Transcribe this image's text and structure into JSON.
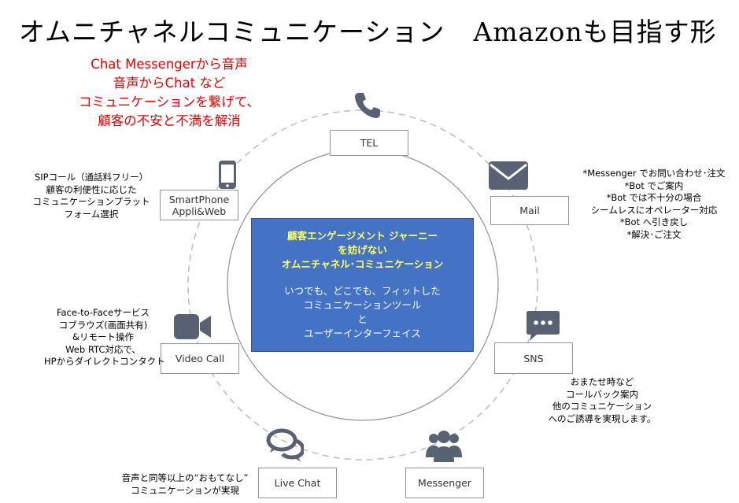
{
  "title": {
    "main": "オムニチャネルコミュニケーション",
    "sub": "Amazonも目指す形"
  },
  "red_note": [
    "Chat Messengerから音声",
    "音声からChat など",
    "コミュニケーションを繋げて、",
    "顧客の不安と不満を解消"
  ],
  "center": {
    "heading": [
      "顧客エンゲージメント ジャーニー",
      "を妨げない",
      "オムニチャネル･コミュニケーション"
    ],
    "body": [
      "いつでも、どこでも、フィットした",
      "コミュニケーションツール",
      "と",
      "ユーザーインターフェイス"
    ]
  },
  "channels": {
    "tel": {
      "label": "TEL",
      "icon": "phone-icon"
    },
    "mail": {
      "label": "Mail",
      "icon": "envelope-icon"
    },
    "sns": {
      "label": "SNS",
      "icon": "chat-bubble-icon"
    },
    "messenger": {
      "label": "Messenger",
      "icon": "group-icon"
    },
    "livechat": {
      "label": "Live Chat",
      "icon": "chat-bubbles-icon"
    },
    "videocall": {
      "label": "Video Call",
      "icon": "video-camera-icon"
    },
    "smartphone": {
      "label": [
        "SmartPhone",
        "Appli&Web"
      ],
      "icon": "smartphone-icon"
    }
  },
  "notes": {
    "smartphone": [
      "SIPコール（通話料フリー）",
      "顧客の利便性に応じた",
      "コミュニケーションプラット",
      "フォーム選択"
    ],
    "mail": [
      "*Messenger でお問い合わせ･注文",
      "*Bot でご案内",
      "*Bot では不十分の場合",
      "シームレスにオペレーター対応",
      "*Bot へ引き戻し",
      "*解決･ご注文"
    ],
    "videocall": [
      "Face-to-Faceサービス",
      "コブラウズ(画面共有)",
      "&リモート操作",
      "Web RTC対応で、",
      "HPからダイレクトコンタクト"
    ],
    "sns": [
      "おまたせ時など",
      "コールバック案内",
      "他のコミュニケーション",
      "へのご誘導を実現します。"
    ],
    "livechat": [
      "音声と同等以上の“おもてなし”",
      "コミュニケーションが実現"
    ]
  },
  "colors": {
    "icon": "#596273",
    "center_fill": "#4472c4",
    "center_heading": "#ffff66",
    "red_note": "#e60000",
    "box_border": "#8c96a8"
  }
}
